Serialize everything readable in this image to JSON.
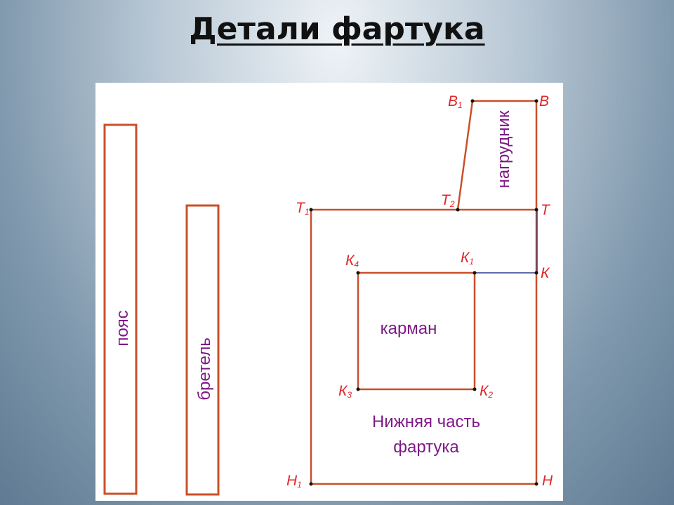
{
  "title": "Детали фартука",
  "parts": {
    "belt": "пояс",
    "strap": "бретель",
    "bib": "нагрудник",
    "pocket": "карман",
    "lower_part_line1": "Нижняя часть",
    "lower_part_line2": "фартука"
  },
  "points": {
    "B1": {
      "letter": "В",
      "sub": "1"
    },
    "B": {
      "letter": "В",
      "sub": ""
    },
    "T1": {
      "letter": "Т",
      "sub": "1"
    },
    "T2": {
      "letter": "Т",
      "sub": "2"
    },
    "T": {
      "letter": "Т",
      "sub": ""
    },
    "K4": {
      "letter": "К",
      "sub": "4"
    },
    "K1": {
      "letter": "К",
      "sub": "1"
    },
    "K": {
      "letter": "К",
      "sub": ""
    },
    "K3": {
      "letter": "К",
      "sub": "3"
    },
    "K2": {
      "letter": "К",
      "sub": "2"
    },
    "H1": {
      "letter": "Н",
      "sub": "1"
    },
    "H": {
      "letter": "Н",
      "sub": ""
    }
  },
  "colors": {
    "outline": "#c9502a",
    "point_label": "#e0282b",
    "part_label": "#7d1a86",
    "connector": "#2b3a8a"
  }
}
